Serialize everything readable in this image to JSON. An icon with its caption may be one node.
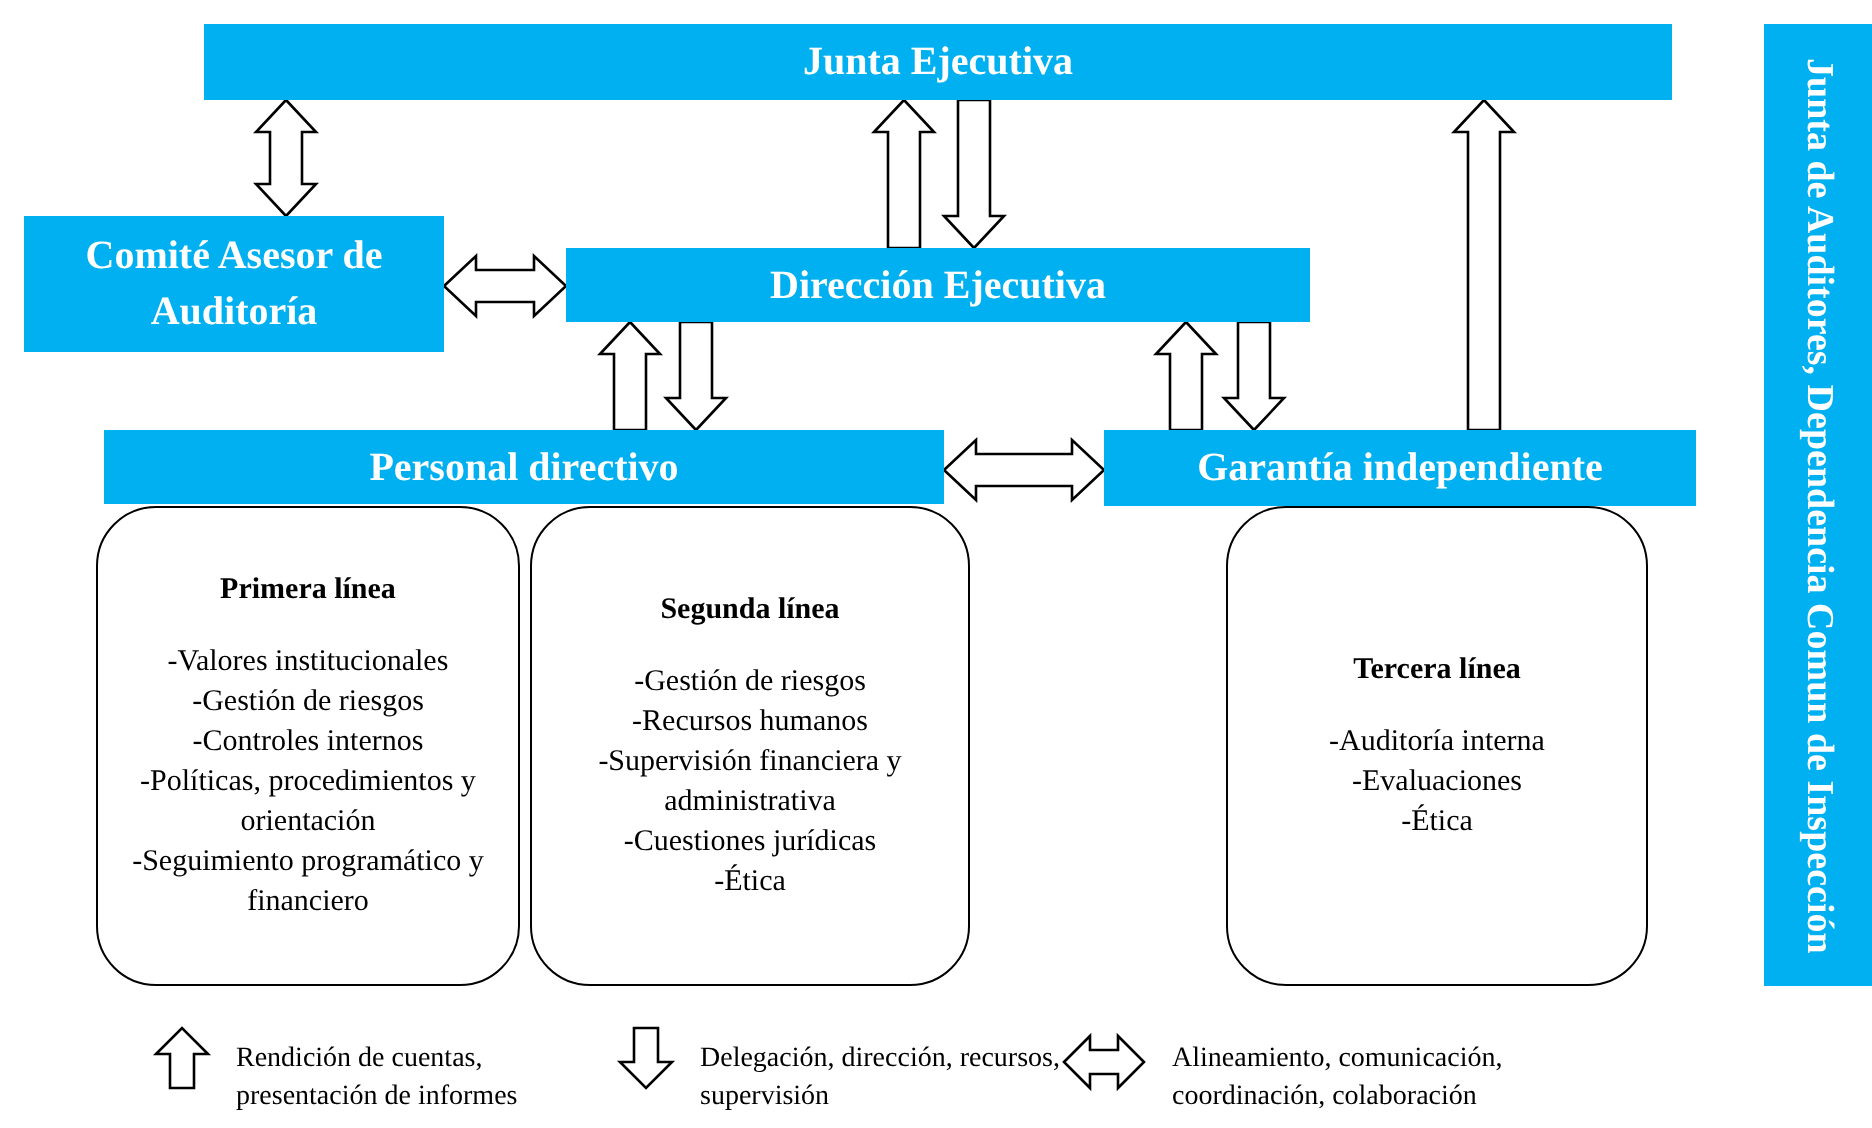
{
  "diagram": {
    "nodes": [
      {
        "text": [
          "Junta Ejecutiva"
        ]
      },
      {
        "text": [
          "Comité Asesor de Auditoría"
        ]
      },
      {
        "text": [
          "Dirección Ejecutiva"
        ]
      },
      {
        "text": [
          "Personal directivo"
        ]
      },
      {
        "text": [
          "Garantía independiente"
        ]
      },
      {
        "text": [
          "Primera línea",
          "-Valores institucionales",
          "-Gestión de riesgos",
          "-Controles internos",
          "-Políticas, procedimientos y orientación",
          "-Seguimiento programático y financiero"
        ]
      },
      {
        "text": [
          "Segunda línea",
          "-Gestión de riesgos",
          "-Recursos humanos",
          "-Supervisión financiera y administrativa",
          "-Cuestiones jurídicas",
          "-Ética"
        ]
      },
      {
        "text": [
          "Tercera línea",
          "-Auditoría  interna",
          "-Evaluaciones",
          "-Ética"
        ]
      },
      {
        "text": [
          "Junta de Auditores, Dependencia Comun de Inspección"
        ]
      }
    ],
    "edges": [
      {
        "from": 0,
        "to": 1,
        "arrow": "both"
      },
      {
        "from": 1,
        "to": 2,
        "arrow": "both"
      },
      {
        "from": 2,
        "to": 0,
        "arrow": "to"
      },
      {
        "from": 0,
        "to": 2,
        "arrow": "to"
      },
      {
        "from": 3,
        "to": 2,
        "arrow": "to"
      },
      {
        "from": 2,
        "to": 3,
        "arrow": "to"
      },
      {
        "from": 4,
        "to": 2,
        "arrow": "to"
      },
      {
        "from": 2,
        "to": 4,
        "arrow": "to"
      },
      {
        "from": 3,
        "to": 4,
        "arrow": "both"
      },
      {
        "from": 4,
        "to": 0,
        "arrow": "to"
      }
    ],
    "legend": [
      {
        "text": "Rendición de cuentas, presentación de informes"
      },
      {
        "text": "Delegación, dirección, recursos, supervisión"
      },
      {
        "text": "Alineamiento, comunicación, coordinación, colaboración"
      }
    ]
  }
}
